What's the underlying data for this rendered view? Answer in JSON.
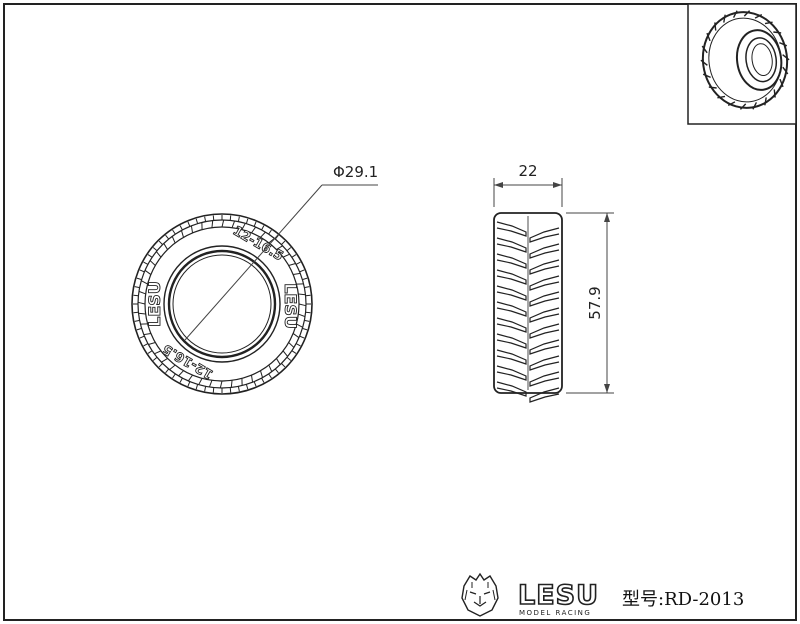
{
  "drawing": {
    "outer_diameter_label": "Φ29.1",
    "width_label": "22",
    "height_label": "57.9",
    "sidewall": {
      "brand": "LESU",
      "size": "12-16.5"
    },
    "title_block": {
      "brand": "LESU",
      "brand_sub": "MODEL RACING",
      "model_label": "型号:RD-2013"
    }
  },
  "colors": {
    "line": "#222222",
    "background": "#ffffff",
    "dim_line": "#444444"
  }
}
